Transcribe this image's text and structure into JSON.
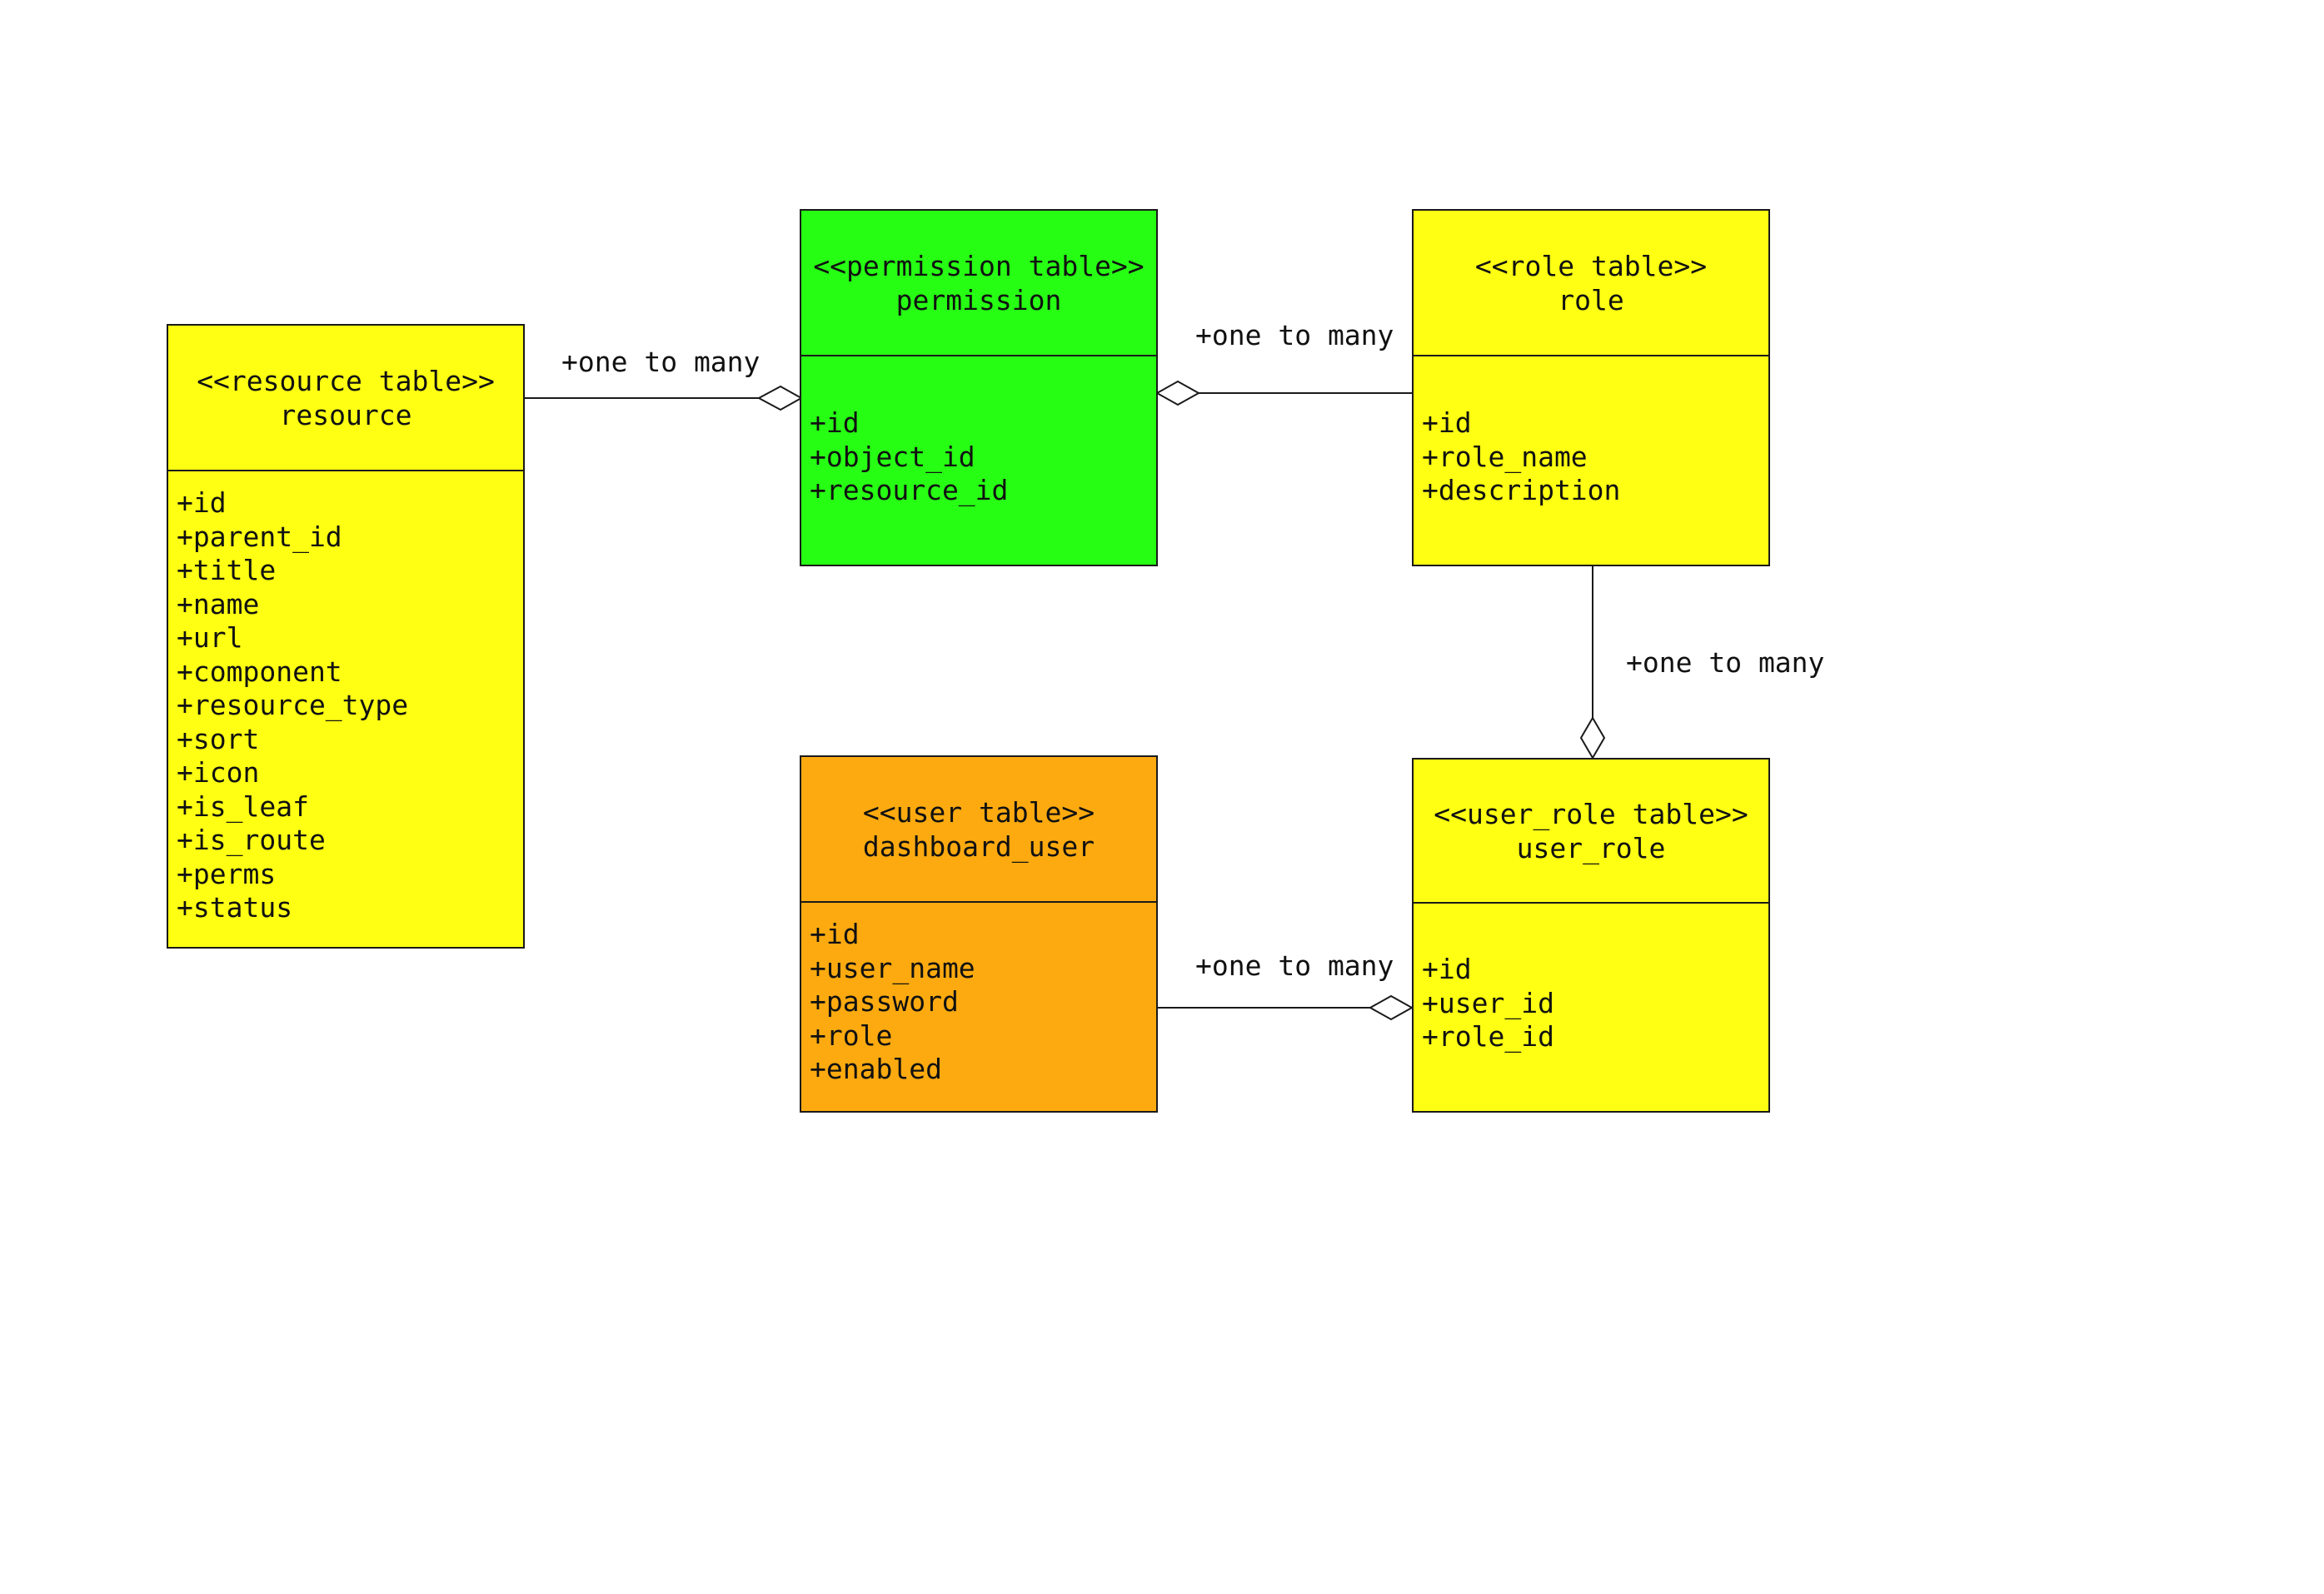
{
  "colors": {
    "yellow": "#ffff14",
    "green": "#26ff14",
    "orange": "#fcaa10",
    "line": "#1a1a1a"
  },
  "classes": {
    "resource": {
      "stereotype": "<<resource table>>",
      "name": "resource",
      "attributes": [
        "+id",
        "+parent_id",
        "+title",
        "+name",
        "+url",
        "+component",
        "+resource_type",
        "+sort",
        "+icon",
        "+is_leaf",
        "+is_route",
        "+perms",
        "+status"
      ]
    },
    "permission": {
      "stereotype": "<<permission table>>",
      "name": "permission",
      "attributes": [
        "+id",
        "+object_id",
        "+resource_id"
      ]
    },
    "role": {
      "stereotype": "<<role table>>",
      "name": "role",
      "attributes": [
        "+id",
        "+role_name",
        "+description"
      ]
    },
    "dashboard_user": {
      "stereotype": "<<user table>>",
      "name": "dashboard_user",
      "attributes": [
        "+id",
        "+user_name",
        "+password",
        "+role",
        "+enabled"
      ]
    },
    "user_role": {
      "stereotype": "<<user_role table>>",
      "name": "user_role",
      "attributes": [
        "+id",
        "+user_id",
        "+role_id"
      ]
    }
  },
  "relations": [
    {
      "from": "resource",
      "to": "permission",
      "label": "+one to many",
      "kind": "aggregation"
    },
    {
      "from": "role",
      "to": "permission",
      "label": "+one to many",
      "kind": "aggregation"
    },
    {
      "from": "role",
      "to": "user_role",
      "label": "+one to many",
      "kind": "aggregation"
    },
    {
      "from": "dashboard_user",
      "to": "user_role",
      "label": "+one to many",
      "kind": "aggregation"
    }
  ]
}
